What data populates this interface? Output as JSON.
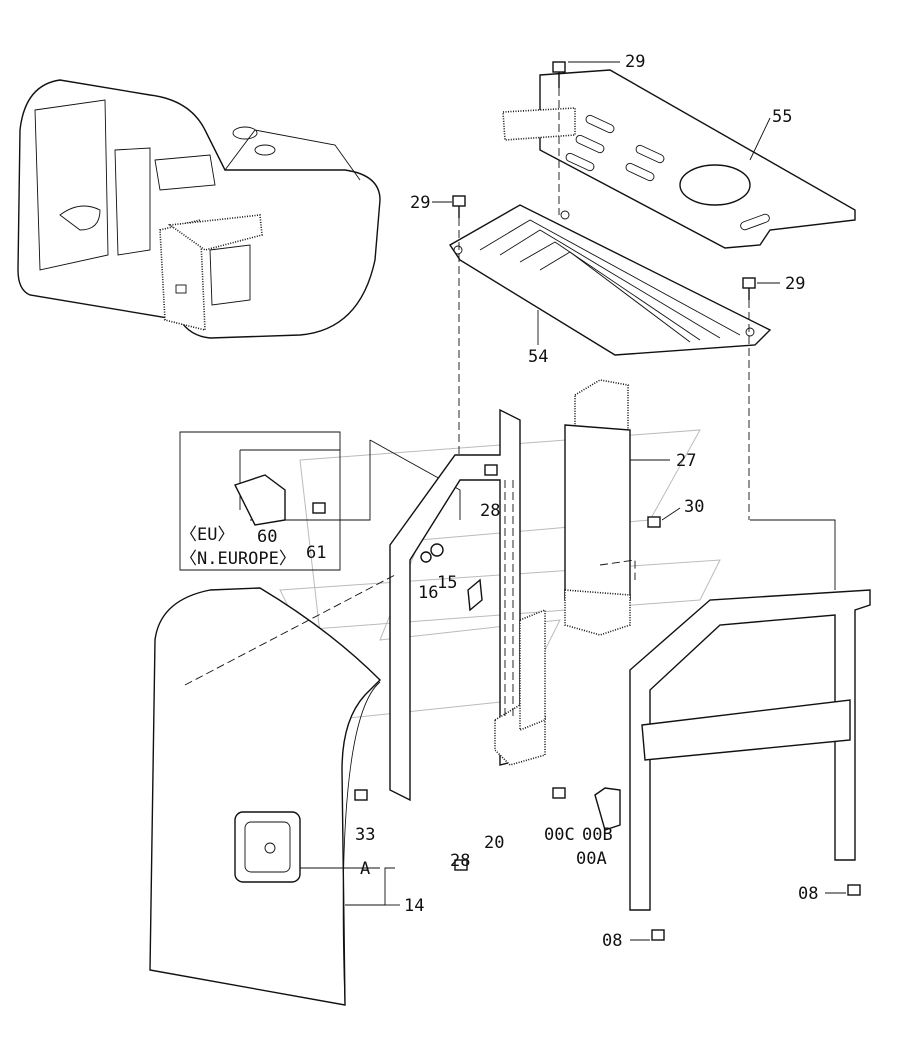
{
  "diagram": {
    "title": "Exploded parts view: side door, frames and covers",
    "callouts": {
      "c29a": "29",
      "c29b": "29",
      "c29c": "29",
      "c55": "55",
      "c54": "54",
      "c27": "27",
      "c30": "30",
      "c28a": "28",
      "c28b": "28",
      "c15": "15",
      "c16": "16",
      "c60": "60",
      "c61": "61",
      "c33": "33",
      "c20": "20",
      "c00c": "00C",
      "c00b": "00B",
      "c00a": "00A",
      "c08a": "08",
      "c08b": "08",
      "cA": "A",
      "c14": "14"
    },
    "inset_labels": {
      "eu": "〈EU〉",
      "neurope": "〈N.EUROPE〉"
    }
  }
}
